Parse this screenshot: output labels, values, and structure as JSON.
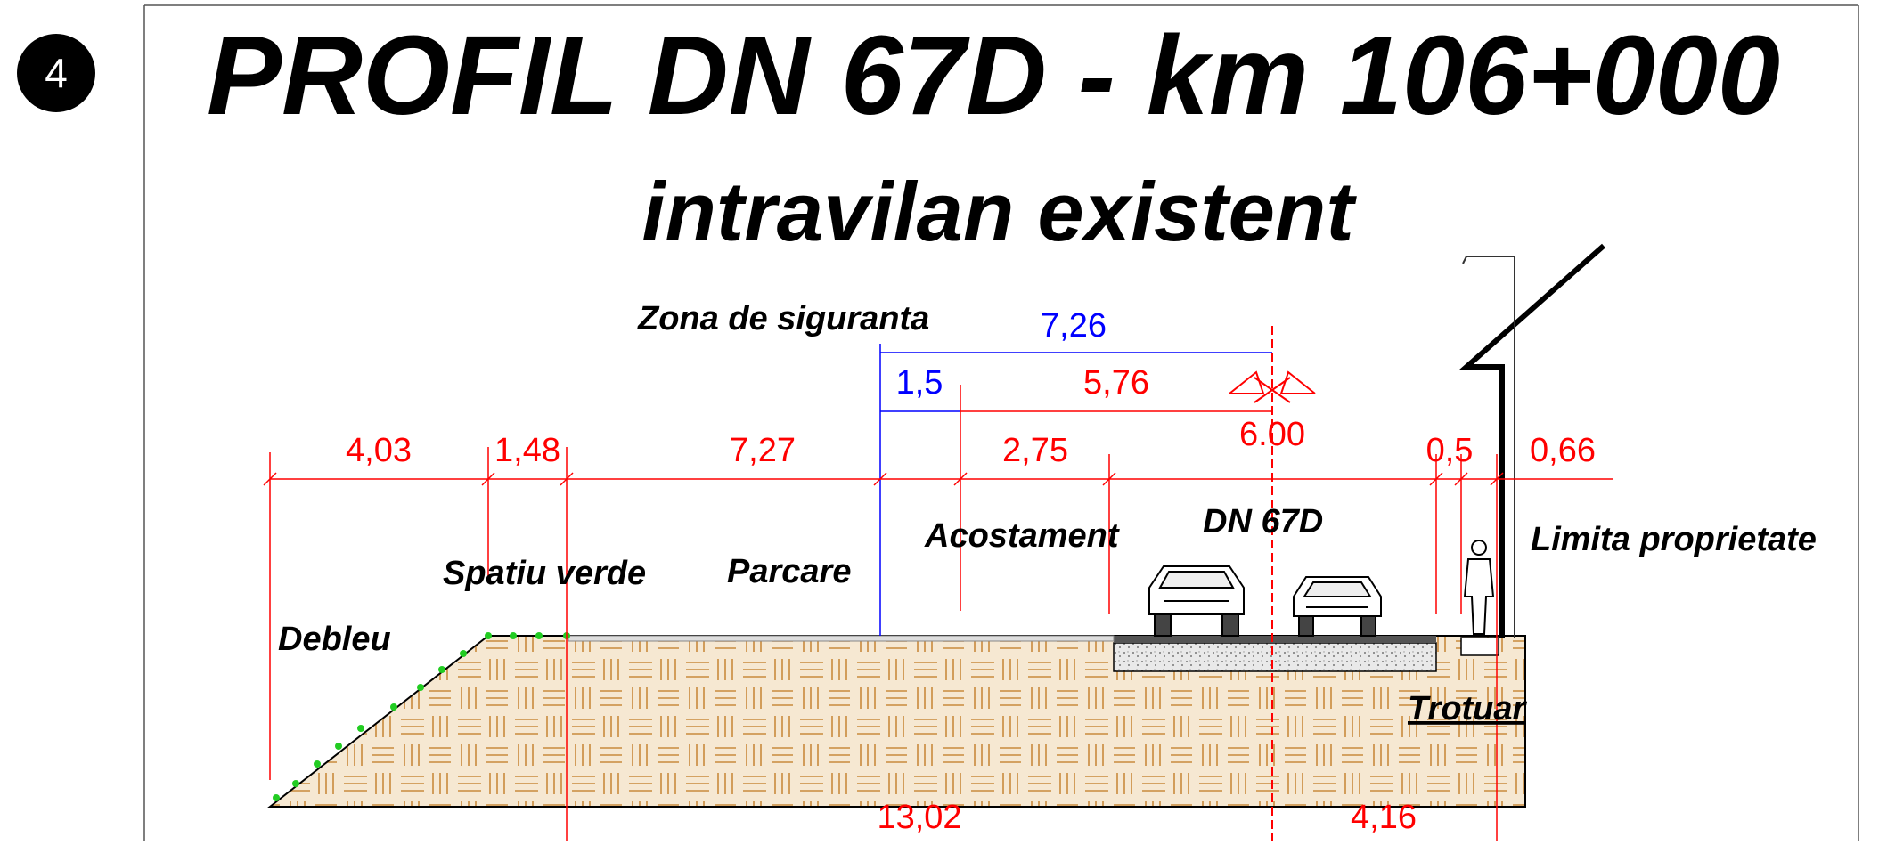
{
  "profile_number": "4",
  "title": "PROFIL DN 67D - km 106+000",
  "subtitle": "intravilan existent",
  "labels": {
    "zona_siguranta": "Zona de siguranta",
    "debleu": "Debleu",
    "spatiu_verde": "Spatiu verde",
    "parcare": "Parcare",
    "acostament": "Acostament",
    "drum": "DN 67D",
    "limita_proprietate": "Limita proprietate",
    "trotuar": "Trotuar"
  },
  "dimensions_top": {
    "zona_total": "7,26",
    "zona_part": "1,5",
    "road_part": "5,76",
    "axis_value": "6.00"
  },
  "dimensions_mid": [
    "4,03",
    "1,48",
    "7,27",
    "2,75",
    "0,5",
    "0,66"
  ],
  "dimensions_bottom": [
    "13,02",
    "4,16"
  ],
  "colors": {
    "dimension_red": "#ff0000",
    "dimension_blue": "#0000ff",
    "soil_fill": "#f6e8d2",
    "soil_hatch": "#c98a3c",
    "grass": "#22cc22"
  }
}
